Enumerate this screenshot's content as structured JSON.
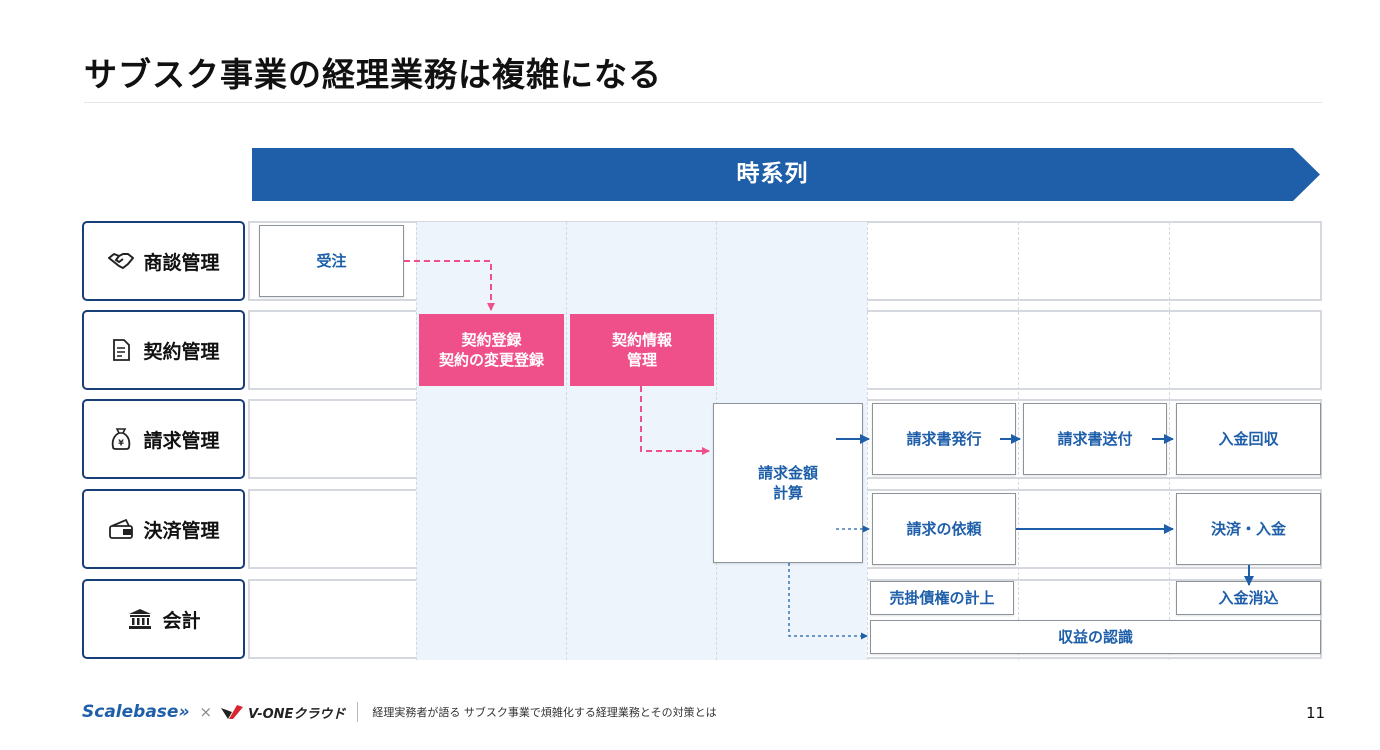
{
  "title": "サブスク事業の経理業務は複雑になる",
  "timeline_label": "時系列",
  "rows": [
    {
      "label": "商談管理",
      "icon": "handshake-icon"
    },
    {
      "label": "契約管理",
      "icon": "document-icon"
    },
    {
      "label": "請求管理",
      "icon": "money-bag-icon"
    },
    {
      "label": "決済管理",
      "icon": "wallet-card-icon"
    },
    {
      "label": "会計",
      "icon": "bank-icon"
    }
  ],
  "boxes": {
    "order": "受注",
    "contract_register_1": "契約登録",
    "contract_register_2": "契約の変更登録",
    "contract_info_1": "契約情報",
    "contract_info_2": "管理",
    "billing_calc_1": "請求金額",
    "billing_calc_2": "計算",
    "invoice_issue": "請求書発行",
    "invoice_send": "請求書送付",
    "payment_collect": "入金回収",
    "billing_request": "請求の依頼",
    "settlement": "決済・入金",
    "receivable_record": "売掛債権の計上",
    "payment_clearing": "入金消込",
    "revenue_recognition": "収益の認識"
  },
  "footer": {
    "brand_left": "Scalebase»",
    "times": "×",
    "brand_right": "V-ONEクラウド",
    "caption": "経理実務者が語る サブスク事業で煩雑化する経理業務とその対策とは"
  },
  "page_number": "11",
  "colors": {
    "accent_blue": "#1f5faa",
    "label_border": "#183e78",
    "pink": "#f0508a",
    "shade": "#eef4fc"
  }
}
